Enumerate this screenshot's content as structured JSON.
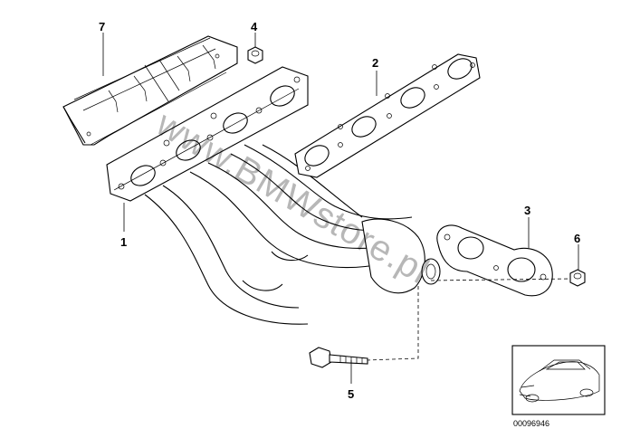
{
  "callouts": [
    {
      "id": "1",
      "label": "1"
    },
    {
      "id": "2",
      "label": "2"
    },
    {
      "id": "3",
      "label": "3"
    },
    {
      "id": "4",
      "label": "4"
    },
    {
      "id": "5",
      "label": "5"
    },
    {
      "id": "6",
      "label": "6"
    },
    {
      "id": "7",
      "label": "7"
    }
  ],
  "watermark": "www.BMWstore.pl",
  "diagram_id": "00096946"
}
